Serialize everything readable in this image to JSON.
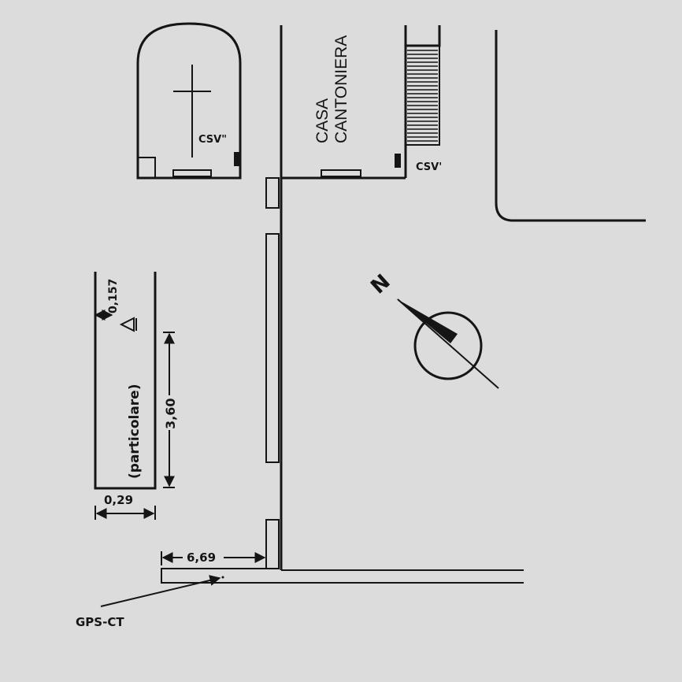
{
  "labels": {
    "csv_double": "CSV\"",
    "csv_single": "CSV'",
    "casa_line1": "CASA",
    "casa_line2": "CANTONIERA",
    "north": "N",
    "particolare": "(particolare)",
    "dim_0157": "0,157",
    "dim_360": "3,60",
    "dim_029": "0,29",
    "dim_669": "6,69",
    "gps": "GPS-CT"
  },
  "colors": {
    "background": "#dcdcdc",
    "ink": "#151515"
  }
}
